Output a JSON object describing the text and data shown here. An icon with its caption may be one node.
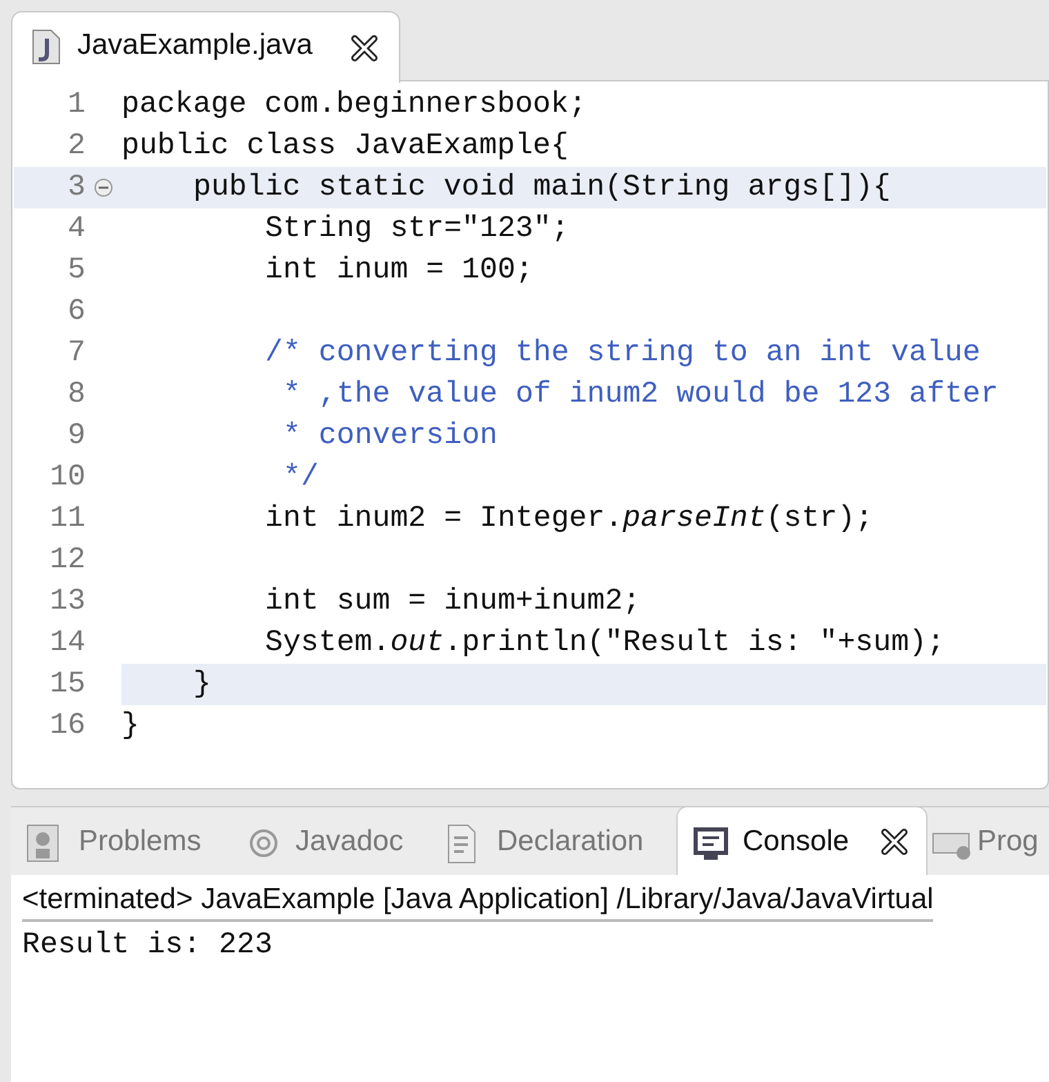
{
  "diagram": {
    "labels": [
      "JavaExample.java",
      "1",
      "package com.beginnersbook;",
      "2",
      "public class JavaExample{",
      "3",
      "public static void main(String args[]){",
      "4",
      "String str=\"123\";",
      "5",
      "int inum = 100;",
      "6",
      "7",
      "/* converting the string to an int value",
      "8",
      "* ,the value of inum2 would be 123 after",
      "9",
      "* conversion",
      "10",
      "*/",
      "11",
      "int inum2 = Integer.*parseInt*(str);",
      "12",
      "13",
      "int sum = inum+inum2;",
      "14",
      "System.*out*.println(\"Result is: \"+sum);",
      "15",
      "}",
      "16",
      "}",
      "Problems",
      "Javadoc",
      "Declaration",
      "Console",
      "Prog",
      "<terminated> JavaExample [Java Application] /Library/Java/JavaVirtual",
      "Result is: 223"
    ]
  }
}
